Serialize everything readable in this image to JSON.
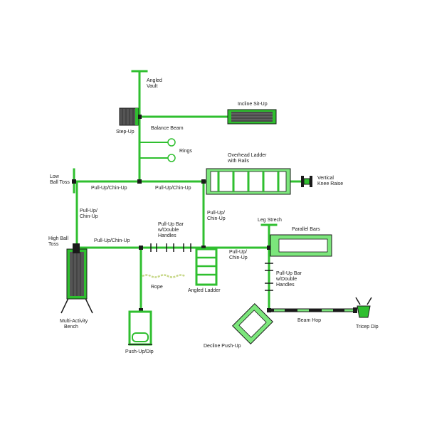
{
  "colors": {
    "beam": "#2fbf2f",
    "beam_dark": "#1e8c1e",
    "beam_light": "#7ce67c",
    "outline": "#1a1a1a",
    "grey": "#555555",
    "rope": "#c8d88a"
  },
  "labels": {
    "angled_vault_1": "Angled",
    "angled_vault_2": "Vault",
    "incline_sit_up": "Incline Sit-Up",
    "step_up": "Step-Up",
    "balance_beam": "Balance Beam",
    "rings": "Rings",
    "overhead_ladder_1": "Overhead Ladder",
    "overhead_ladder_2": "with Rails",
    "vertical_knee_raise_1": "Vertical",
    "vertical_knee_raise_2": "Knee Raise",
    "low_ball_toss_1": "Low",
    "low_ball_toss_2": "Ball Toss",
    "pull_up_left": "Pull-Up/Chin-Up",
    "pull_up_center": "Pull-Up/Chin-Up",
    "pull_up_vert_left_1": "Pull-Up/",
    "pull_up_vert_left_2": "Chin-Up",
    "pull_up_vert_center_1": "Pull-Up/",
    "pull_up_vert_center_2": "Chin-Up",
    "leg_stretch": "Leg Strech",
    "parallel_bars": "Parallel Bars",
    "high_ball_toss_1": "High Ball",
    "high_ball_toss_2": "Toss",
    "pull_up_lower": "Pull-Up/Chin-Up",
    "pull_up_bar_handles_1": "Pull-Up Bar",
    "pull_up_bar_handles_2": "w/Double",
    "pull_up_bar_handles_3": "Handles",
    "pull_up_right_1": "Pull-Up/",
    "pull_up_right_2": "Chin-Up",
    "pull_up_bar_handles_r1": "Pull-Up Bar",
    "pull_up_bar_handles_r2": "w/Double",
    "pull_up_bar_handles_r3": "Handles",
    "rope": "Rope",
    "angled_ladder": "Angled Ladder",
    "multi_activity_1": "Multi-Activity",
    "multi_activity_2": "Bench",
    "beam_hop": "Beam Hop",
    "tricep_dip": "Tricep Dip",
    "decline_push_up": "Decline Push-Up",
    "push_up_dip": "Push-Up/Dip"
  }
}
